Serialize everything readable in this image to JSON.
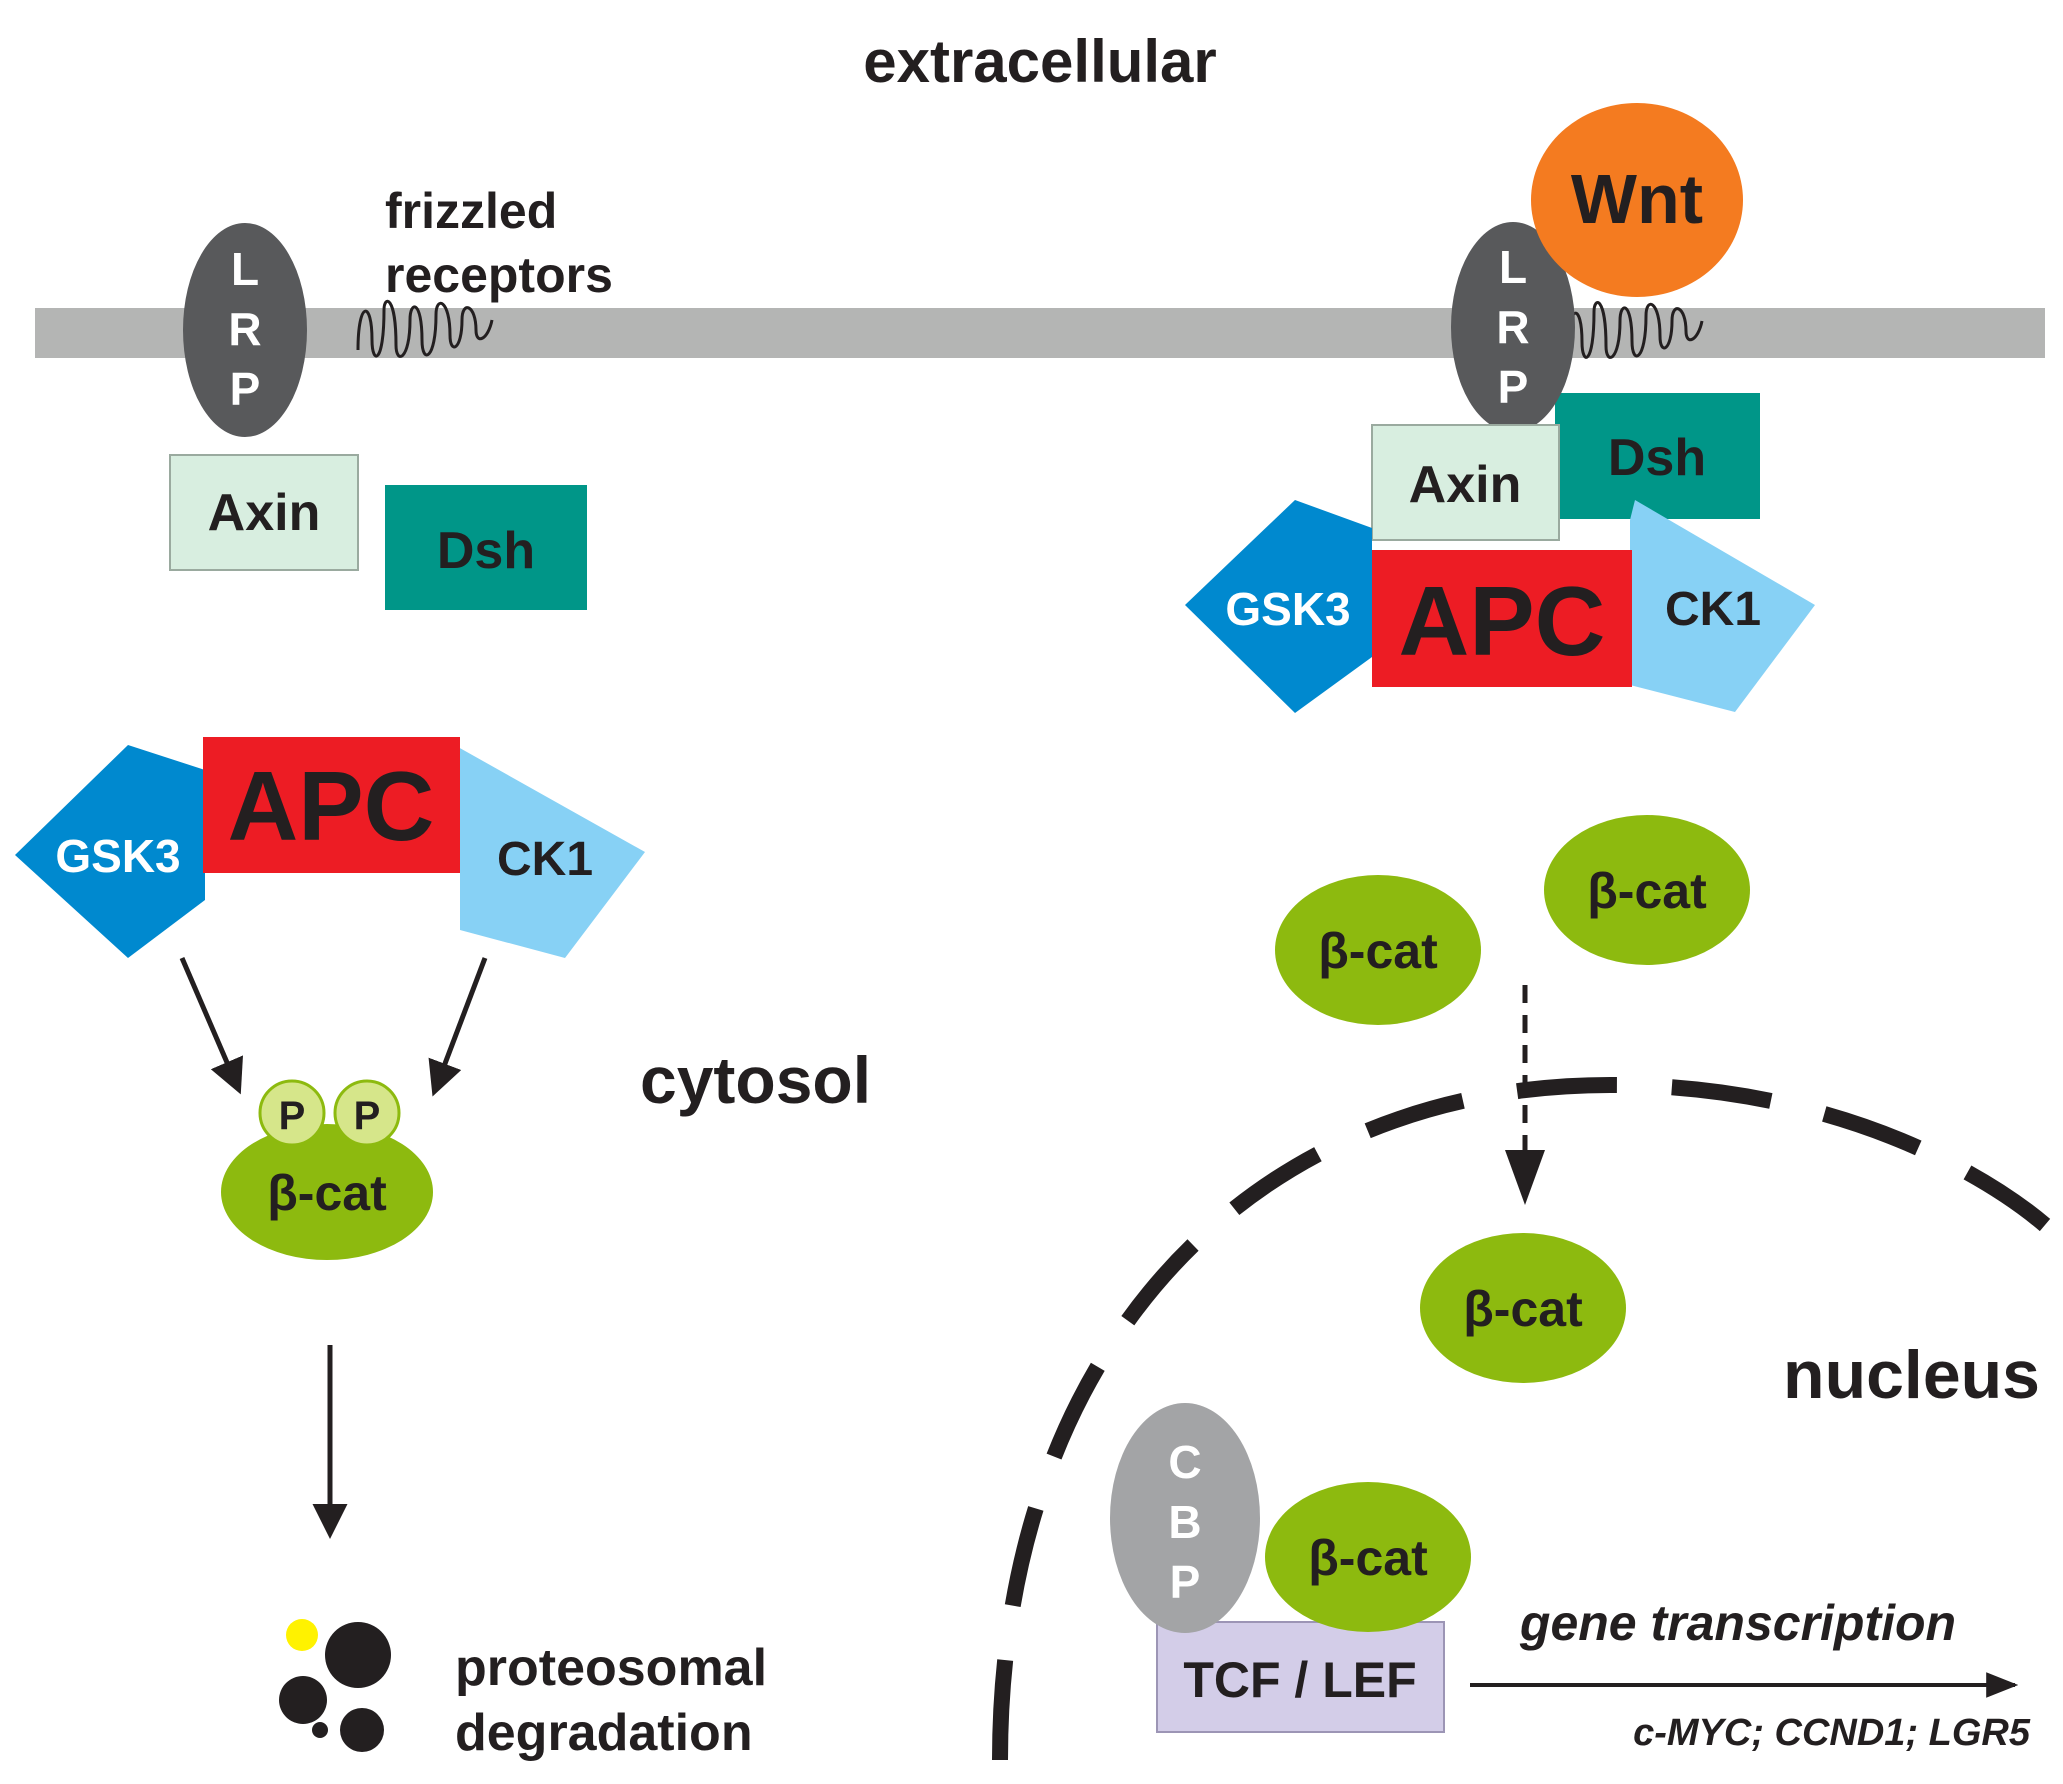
{
  "labels": {
    "extracellular": "extracellular",
    "frizzled_line1": "frizzled",
    "frizzled_line2": "receptors",
    "cytosol": "cytosol",
    "nucleus": "nucleus",
    "proteosomal_line1": "proteosomal",
    "proteosomal_line2": "degradation",
    "gene_transcription": "gene transcription",
    "target_genes": "c-MYC; CCND1; LGR5"
  },
  "proteins": {
    "lrp_letters": [
      "L",
      "R",
      "P"
    ],
    "cbp_letters": [
      "C",
      "B",
      "P"
    ],
    "axin": "Axin",
    "dsh": "Dsh",
    "apc": "APC",
    "gsk3": "GSK3",
    "ck1": "CK1",
    "beta_cat": "β-cat",
    "phospho": "P",
    "wnt": "Wnt",
    "tcf_lef": "TCF / LEF"
  },
  "colors": {
    "membrane": "#b4b5b4",
    "lrp": "#58595b",
    "axin": "#d8eee0",
    "dsh": "#009688",
    "apc": "#ed1c24",
    "gsk3": "#0089cf",
    "ck1": "#87d1f5",
    "beta_cat": "#8dba0f",
    "phospho": "#d6e68a",
    "wnt": "#f47b20",
    "cbp": "#a3a4a6",
    "tcf_lef": "#d3cde8",
    "ink": "#231f20",
    "yellow_dot": "#fff200"
  }
}
